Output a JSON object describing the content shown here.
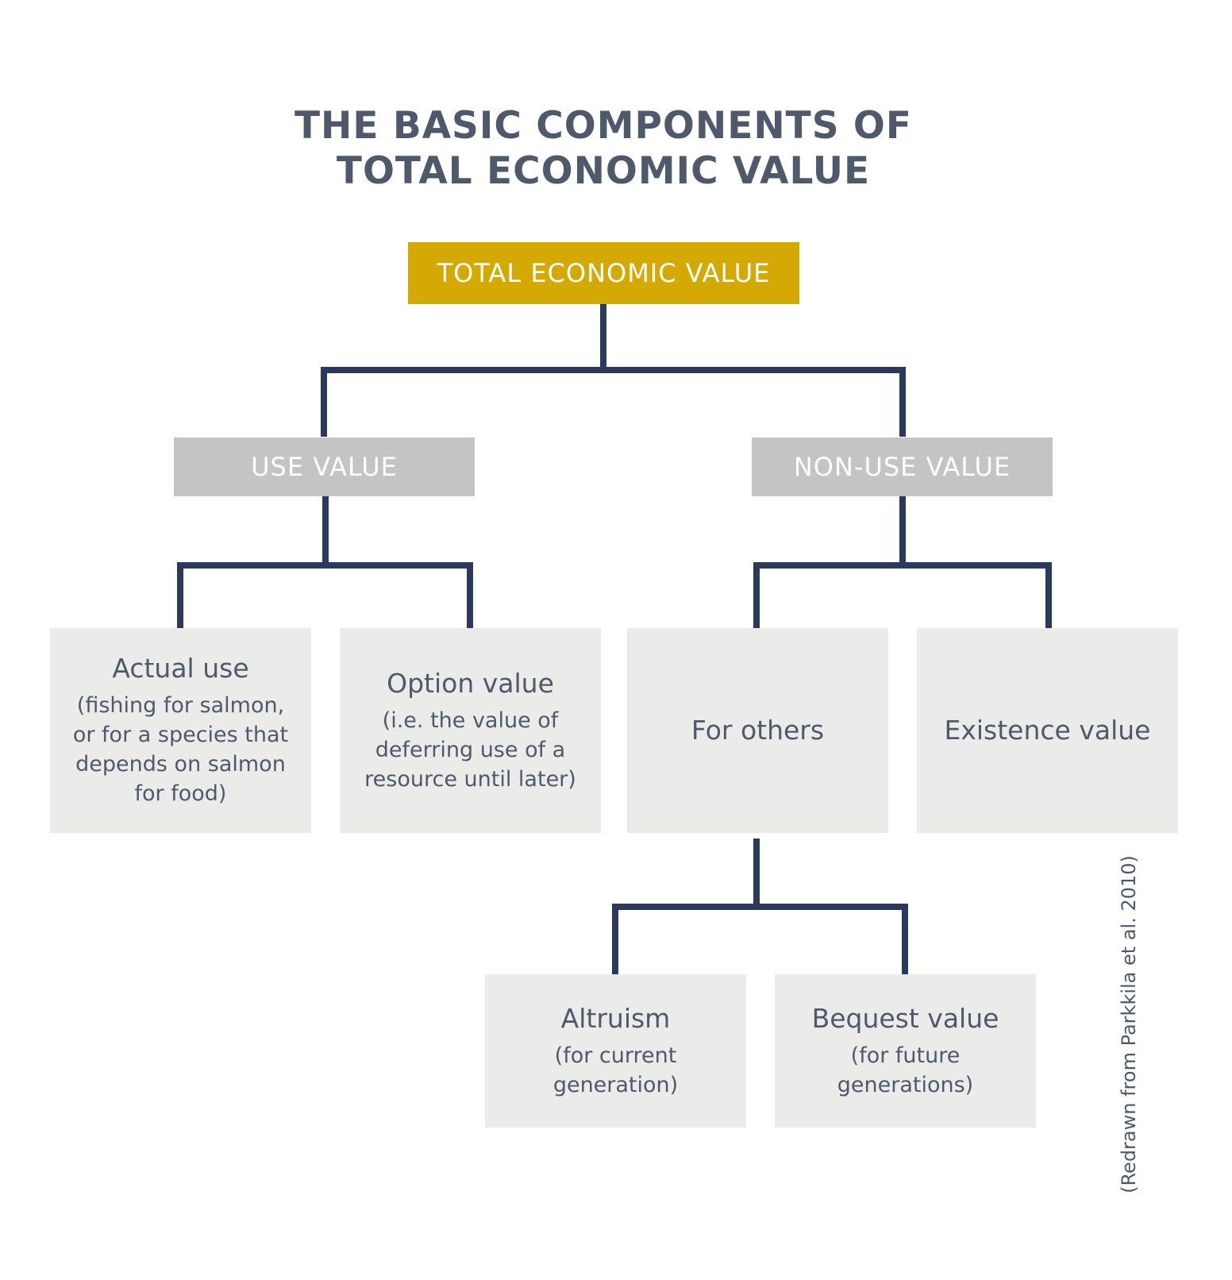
{
  "title_lines": [
    "THE BASIC COMPONENTS OF",
    "TOTAL ECONOMIC VALUE"
  ],
  "nodes": {
    "total": {
      "label": "TOTAL ECONOMIC VALUE"
    },
    "use_value": {
      "label": "USE VALUE"
    },
    "non_use_value": {
      "label": "NON-USE VALUE"
    },
    "actual_use": {
      "label": "Actual use",
      "detail": "(fishing for salmon, or for a species that depends on salmon for food)"
    },
    "option_value": {
      "label": "Option value",
      "detail": "(i.e. the value of deferring use of a resource until later)"
    },
    "for_others": {
      "label": "For others"
    },
    "existence_value": {
      "label": "Existence value"
    },
    "altruism": {
      "label": "Altruism",
      "detail": "(for current generation)"
    },
    "bequest_value": {
      "label": "Bequest value",
      "detail": "(for future generations)"
    }
  },
  "credit": "(Redrawn from Parkkila et al. 2010)",
  "colors": {
    "root_fill": "#d4a904",
    "category_fill": "#c4c4c4",
    "leaf_fill": "#ebebea",
    "connector": "#2b3a5c",
    "text": "#4e5a6b"
  }
}
